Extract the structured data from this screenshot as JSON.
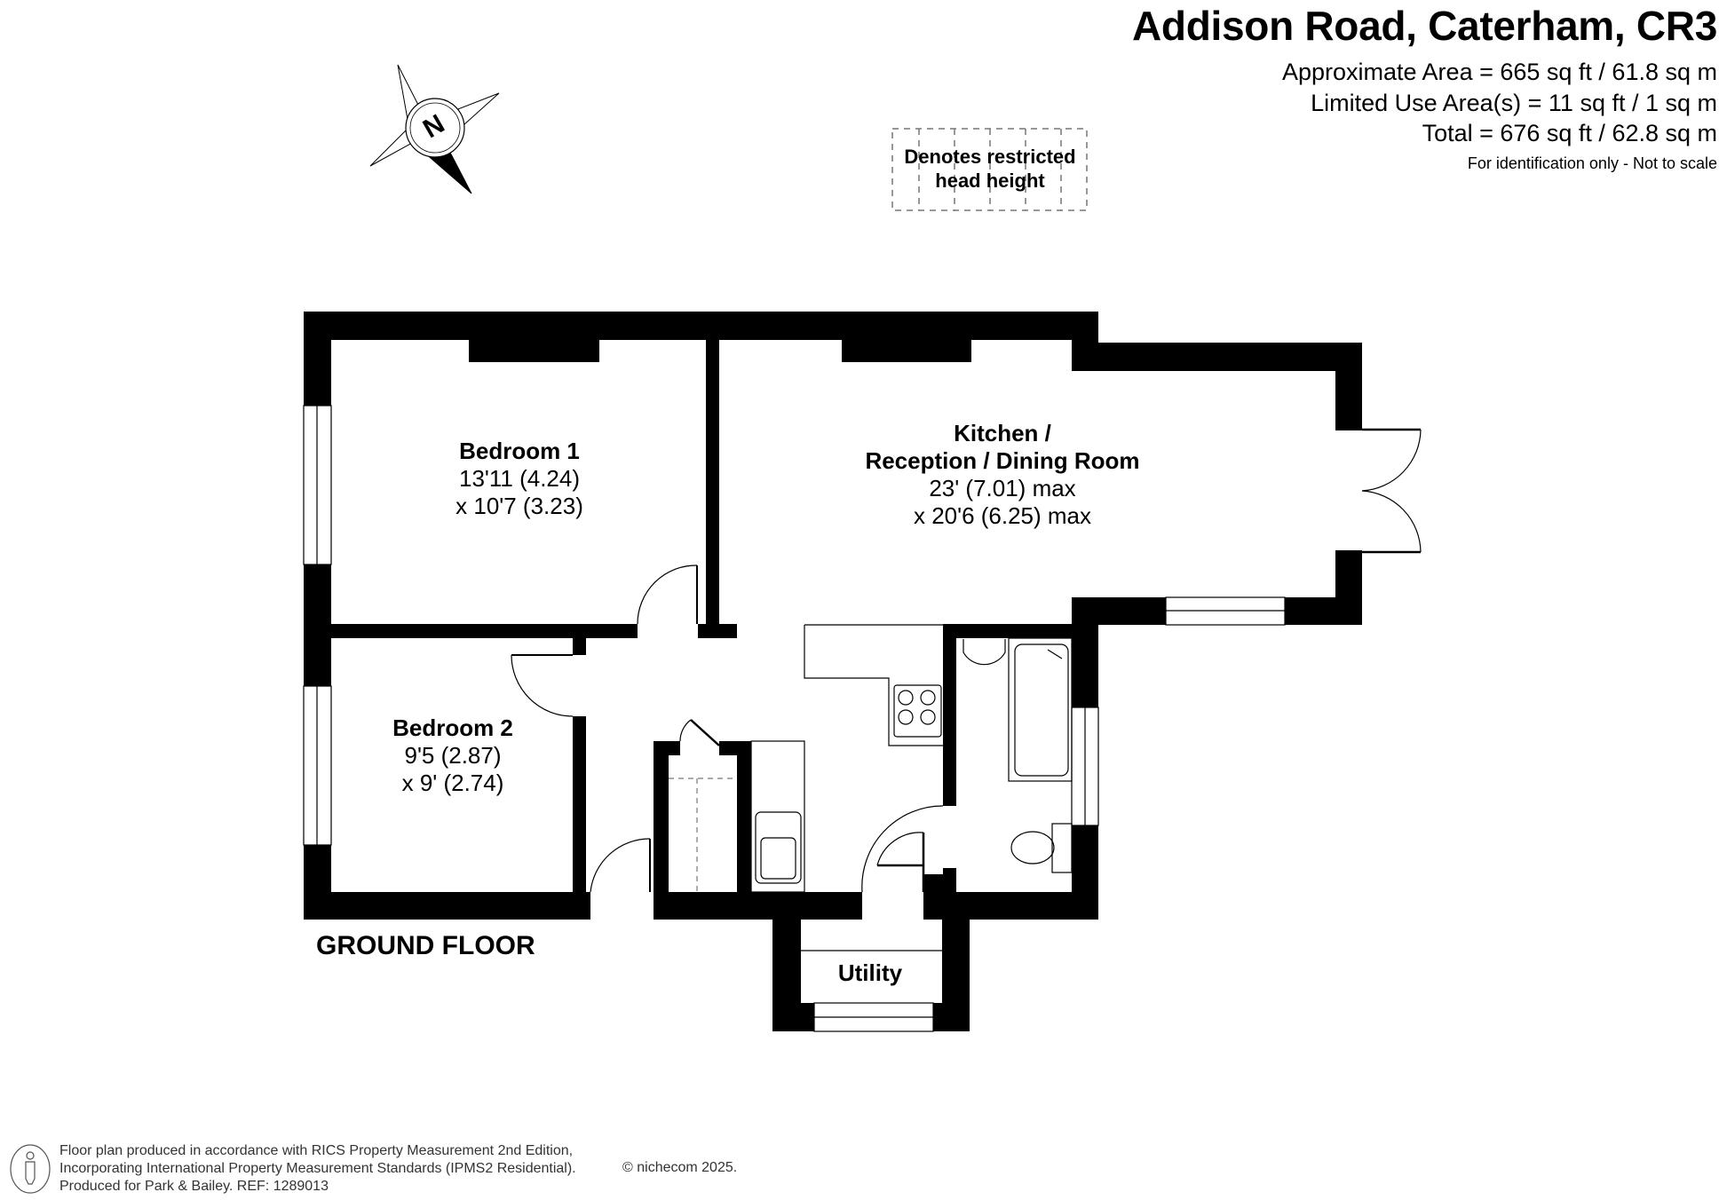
{
  "header": {
    "title": "Addison Road, Caterham, CR3",
    "approximate_area": "Approximate Area = 665 sq ft / 61.8 sq m",
    "limited_use_area": "Limited Use Area(s) = 11 sq ft / 1 sq m",
    "total_area": "Total = 676 sq ft / 62.8 sq m",
    "note": "For identification only - Not to scale"
  },
  "compass": {
    "icon": "compass-north-icon",
    "letter": "N"
  },
  "legend": {
    "text_line1": "Denotes restricted",
    "text_line2": "head height"
  },
  "rooms": [
    {
      "name": "Bedroom 1",
      "dim1": "13'11 (4.24)",
      "dim2": "x 10'7 (3.23)"
    },
    {
      "name": "Bedroom 2",
      "dim1": "9'5 (2.87)",
      "dim2": "x 9' (2.74)"
    },
    {
      "name_line1": "Kitchen /",
      "name_line2": "Reception / Dining Room",
      "dim1": "23' (7.01) max",
      "dim2": "x 20'6 (6.25) max"
    },
    {
      "name": "Utility"
    }
  ],
  "floor_label": "GROUND FLOOR",
  "footer": {
    "line1": "Floor plan produced in accordance with RICS Property Measurement 2nd Edition,",
    "line2": "Incorporating International Property Measurement Standards (IPMS2 Residential).",
    "line3": "Produced for Park & Bailey.   REF:  1289013",
    "copyright": "© nichecom 2025.",
    "icon": "person-icon"
  },
  "colors": {
    "wall": "#000000",
    "background": "#ffffff",
    "footer_text": "#333333"
  }
}
